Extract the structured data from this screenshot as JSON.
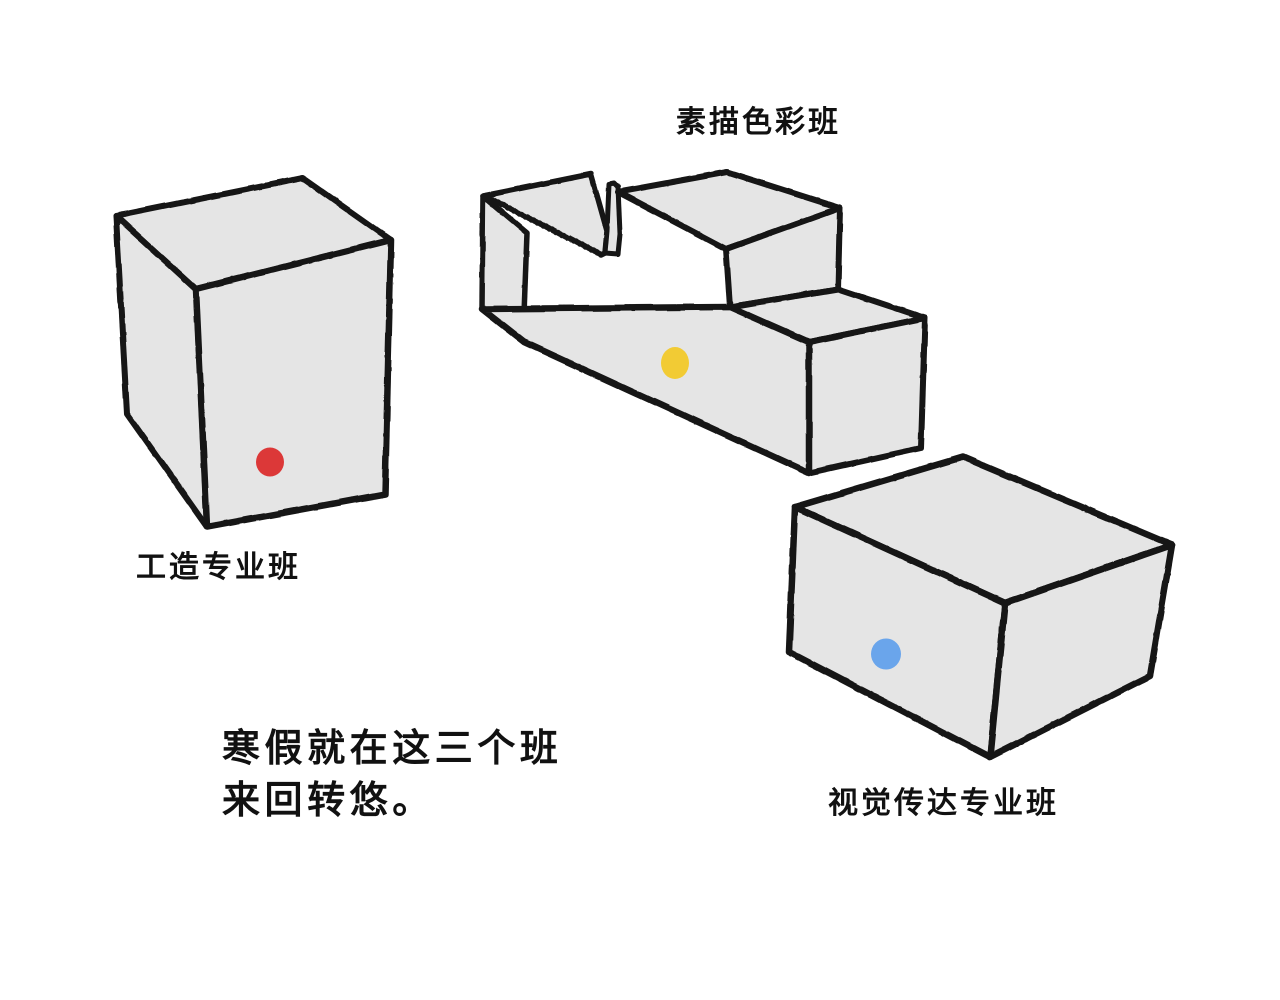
{
  "illustration": {
    "style": "hand-drawn sketch",
    "background_color": "#FFFFFF",
    "ink_color": "#141414",
    "face_fill_color": "#E5E5E5"
  },
  "labels": {
    "top_block": "素描色彩班",
    "left_block": "工造专业班",
    "right_block": "视觉传达专业班"
  },
  "caption": {
    "line1": "寒假就在这三个班",
    "line2": "来回转悠。"
  },
  "dots": {
    "red": {
      "color": "#DC3838",
      "on": "left_block"
    },
    "yellow": {
      "color": "#F2CB34",
      "on": "top_block"
    },
    "blue": {
      "color": "#6AA5EB",
      "on": "right_block"
    }
  },
  "shapes": [
    {
      "name": "tall-cube",
      "label": "工造专业班",
      "dot_color": "#DC3838"
    },
    {
      "name": "stair-block",
      "label": "素描色彩班",
      "dot_color": "#F2CB34"
    },
    {
      "name": "wide-box",
      "label": "视觉传达专业班",
      "dot_color": "#6AA5EB"
    }
  ]
}
